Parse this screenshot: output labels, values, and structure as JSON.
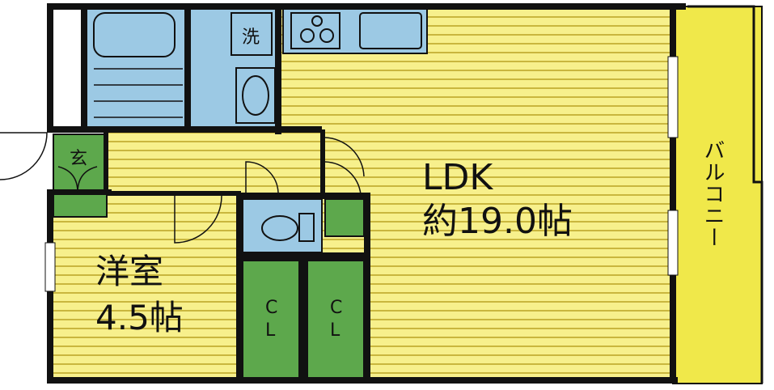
{
  "rooms": {
    "ldk": {
      "name": "LDK",
      "size": "約19.0帖"
    },
    "western": {
      "name": "洋室",
      "size": "4.5帖"
    },
    "entrance": {
      "label": "玄"
    },
    "laundry": {
      "label": "洗"
    },
    "closet_1": {
      "line1": "C",
      "line2": "L"
    },
    "closet_2": {
      "line1": "C",
      "line2": "L"
    },
    "balcony": {
      "label": "バルコニー"
    }
  },
  "colors": {
    "floor": "#f7f08c",
    "floor_line": "#c9b63e",
    "wet": "#9cc9e4",
    "closet": "#5da84c",
    "balcony": "#f0e84a",
    "wall": "#111111"
  }
}
